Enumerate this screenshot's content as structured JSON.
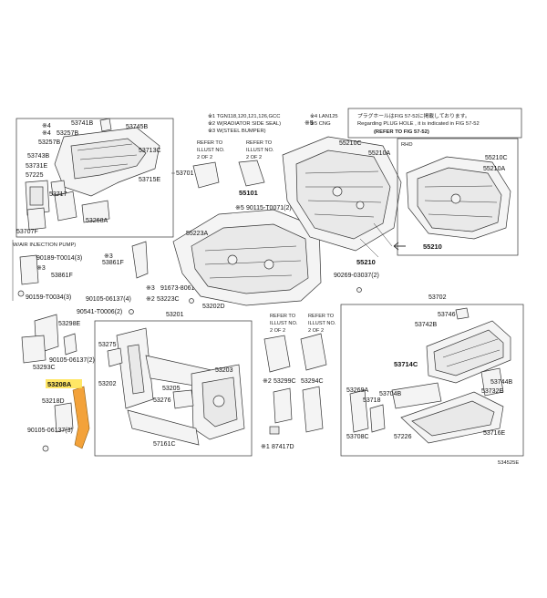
{
  "header_notes": [
    "※1 TGN118,120,121,126,GCC",
    "※2 W(RADIATOR SIDE SEAL)",
    "※3 W(STEEL BUMPER)",
    "※4 LAN125",
    "※5 CNG"
  ],
  "info_box": {
    "line1": "プラグホールはFIG 57-52に掲載しております。",
    "line2": "Regarding PLUG HOLE , it is indicated in FIG 57-52",
    "line3": "(REFER TO FIG 57-52)"
  },
  "rhd_label": "RHD",
  "air_injection_label": "W/AIR INJECTION PUMP)",
  "refer_notes": [
    "REFER TO",
    "ILLUST NO.",
    "2 OF 2"
  ],
  "parts": {
    "p53741B": "53741B",
    "p53745B": "53745B",
    "p53257B": "53257B",
    "p53713C": "53713C",
    "p53743B": "53743B",
    "p53731E": "53731E",
    "p57225": "57225",
    "p53715E": "53715E",
    "p53701": "53701",
    "p53717": "53717",
    "p53268A": "53268A",
    "p53707F": "53707F",
    "p90189T00014": "90189-T0014(3)",
    "p53861F": "53861F",
    "p90159T0034": "90159-T0034(3)",
    "p90105_06137_4": "90105-06137(4)",
    "p53861F2": "53861F",
    "p91673_80616": "91673-80616(3)",
    "p53223C": "53223C",
    "p53202D": "53202D",
    "p90541T0006": "90541-T0006(2)",
    "p53201": "53201",
    "p53298E": "53298E",
    "p53275": "53275",
    "p53293C": "53293C",
    "p90105_06137_2": "90105-06137(2)",
    "p53202": "53202",
    "p53208A": "53208A",
    "p53218D": "53218D",
    "p53205": "53205",
    "p53203": "53203",
    "p53276": "53276",
    "p90105_06137_3": "90105-06137(3)",
    "p57161C": "57161C",
    "p87417D": "87417D",
    "p53299C": "53299C",
    "p53294C": "53294C",
    "p55101": "55101",
    "p90115T0071": "90115-T0071(2)",
    "p55223A": "55223A",
    "p55210C": "55210C",
    "p55210A": "55210A",
    "p55210": "55210",
    "p55210C_r": "55210C",
    "p55210A_r": "55210A",
    "p55210_r": "55210",
    "p90269_03037": "90269-03037(2)",
    "p53702": "53702",
    "p53746": "53746",
    "p53742B": "53742B",
    "p53714C": "53714C",
    "p53744B": "53744B",
    "p53732E": "53732E",
    "p53269A": "53269A",
    "p53718": "53718",
    "p53704B": "53704B",
    "p53708C": "53708C",
    "p57226": "57226",
    "p53716E": "53716E"
  },
  "mark_1": "※1",
  "mark_2": "※2",
  "mark_3": "※3",
  "mark_4": "※4",
  "mark_5": "※5",
  "figure_code": "534525E"
}
